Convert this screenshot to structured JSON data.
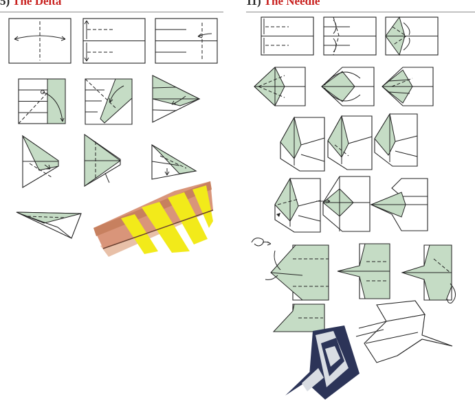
{
  "sections": [
    {
      "number": "5)",
      "title": "The Delta"
    },
    {
      "number": "11)",
      "title": "The Needle"
    }
  ],
  "colors": {
    "title": "#c8201e",
    "paper_fold": "#c5dcc5",
    "delta_plane_body": "#d9957a",
    "delta_plane_stripe": "#f2ea1a",
    "needle_plane_dark": "#2c3458"
  },
  "icons": [
    "fold-arrow-icon",
    "flip-over-icon",
    "finished-plane-icon"
  ]
}
